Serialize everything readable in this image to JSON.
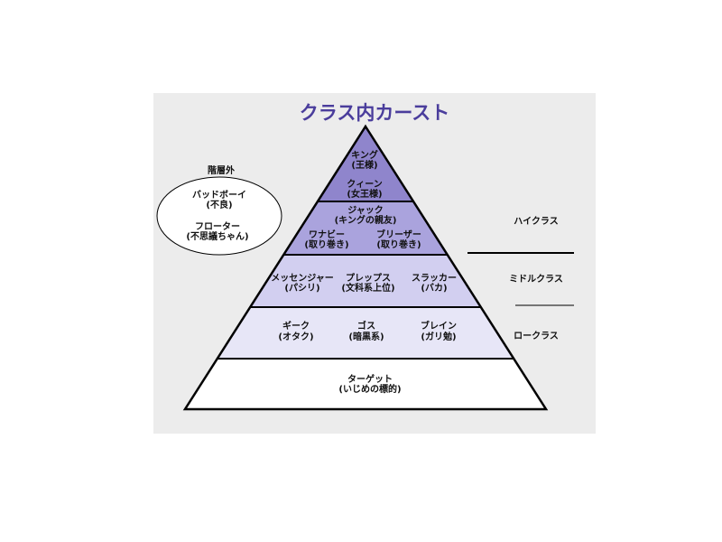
{
  "title": "クラス内カースト",
  "outside": {
    "heading": "階層外",
    "items": [
      [
        "バッドボーイ",
        "(不良)"
      ],
      [
        "フローター",
        "(不思議ちゃん)"
      ]
    ]
  },
  "tiers": {
    "top": [
      [
        "キング",
        "(王様)"
      ],
      [
        "クィーン",
        "(女王様)"
      ]
    ],
    "second": [
      [
        "ジャック",
        "(キングの親友)"
      ],
      [
        "ワナビー",
        "(取り巻き)"
      ],
      [
        "ブリーザー",
        "(取り巻き)"
      ]
    ],
    "middle": [
      [
        "メッセンジャー",
        "(パシリ)"
      ],
      [
        "プレップス",
        "(文科系上位)"
      ],
      [
        "スラッカー",
        "(バカ)"
      ]
    ],
    "low": [
      [
        "ギーク",
        "(オタク)"
      ],
      [
        "ゴス",
        "(暗黒系)"
      ],
      [
        "ブレイン",
        "(ガリ勉)"
      ]
    ],
    "bottom": [
      [
        "ターゲット",
        "(いじめの標的)"
      ]
    ]
  },
  "classes": [
    "ハイクラス",
    "ミドルクラス",
    "ロークラス"
  ],
  "colors": {
    "top": "#8f85cc",
    "second": "#aaa3dd",
    "middle": "#d2cff0",
    "low": "#e7e6f7",
    "bottom": "#ffffff",
    "title": "#4a3d9c"
  }
}
